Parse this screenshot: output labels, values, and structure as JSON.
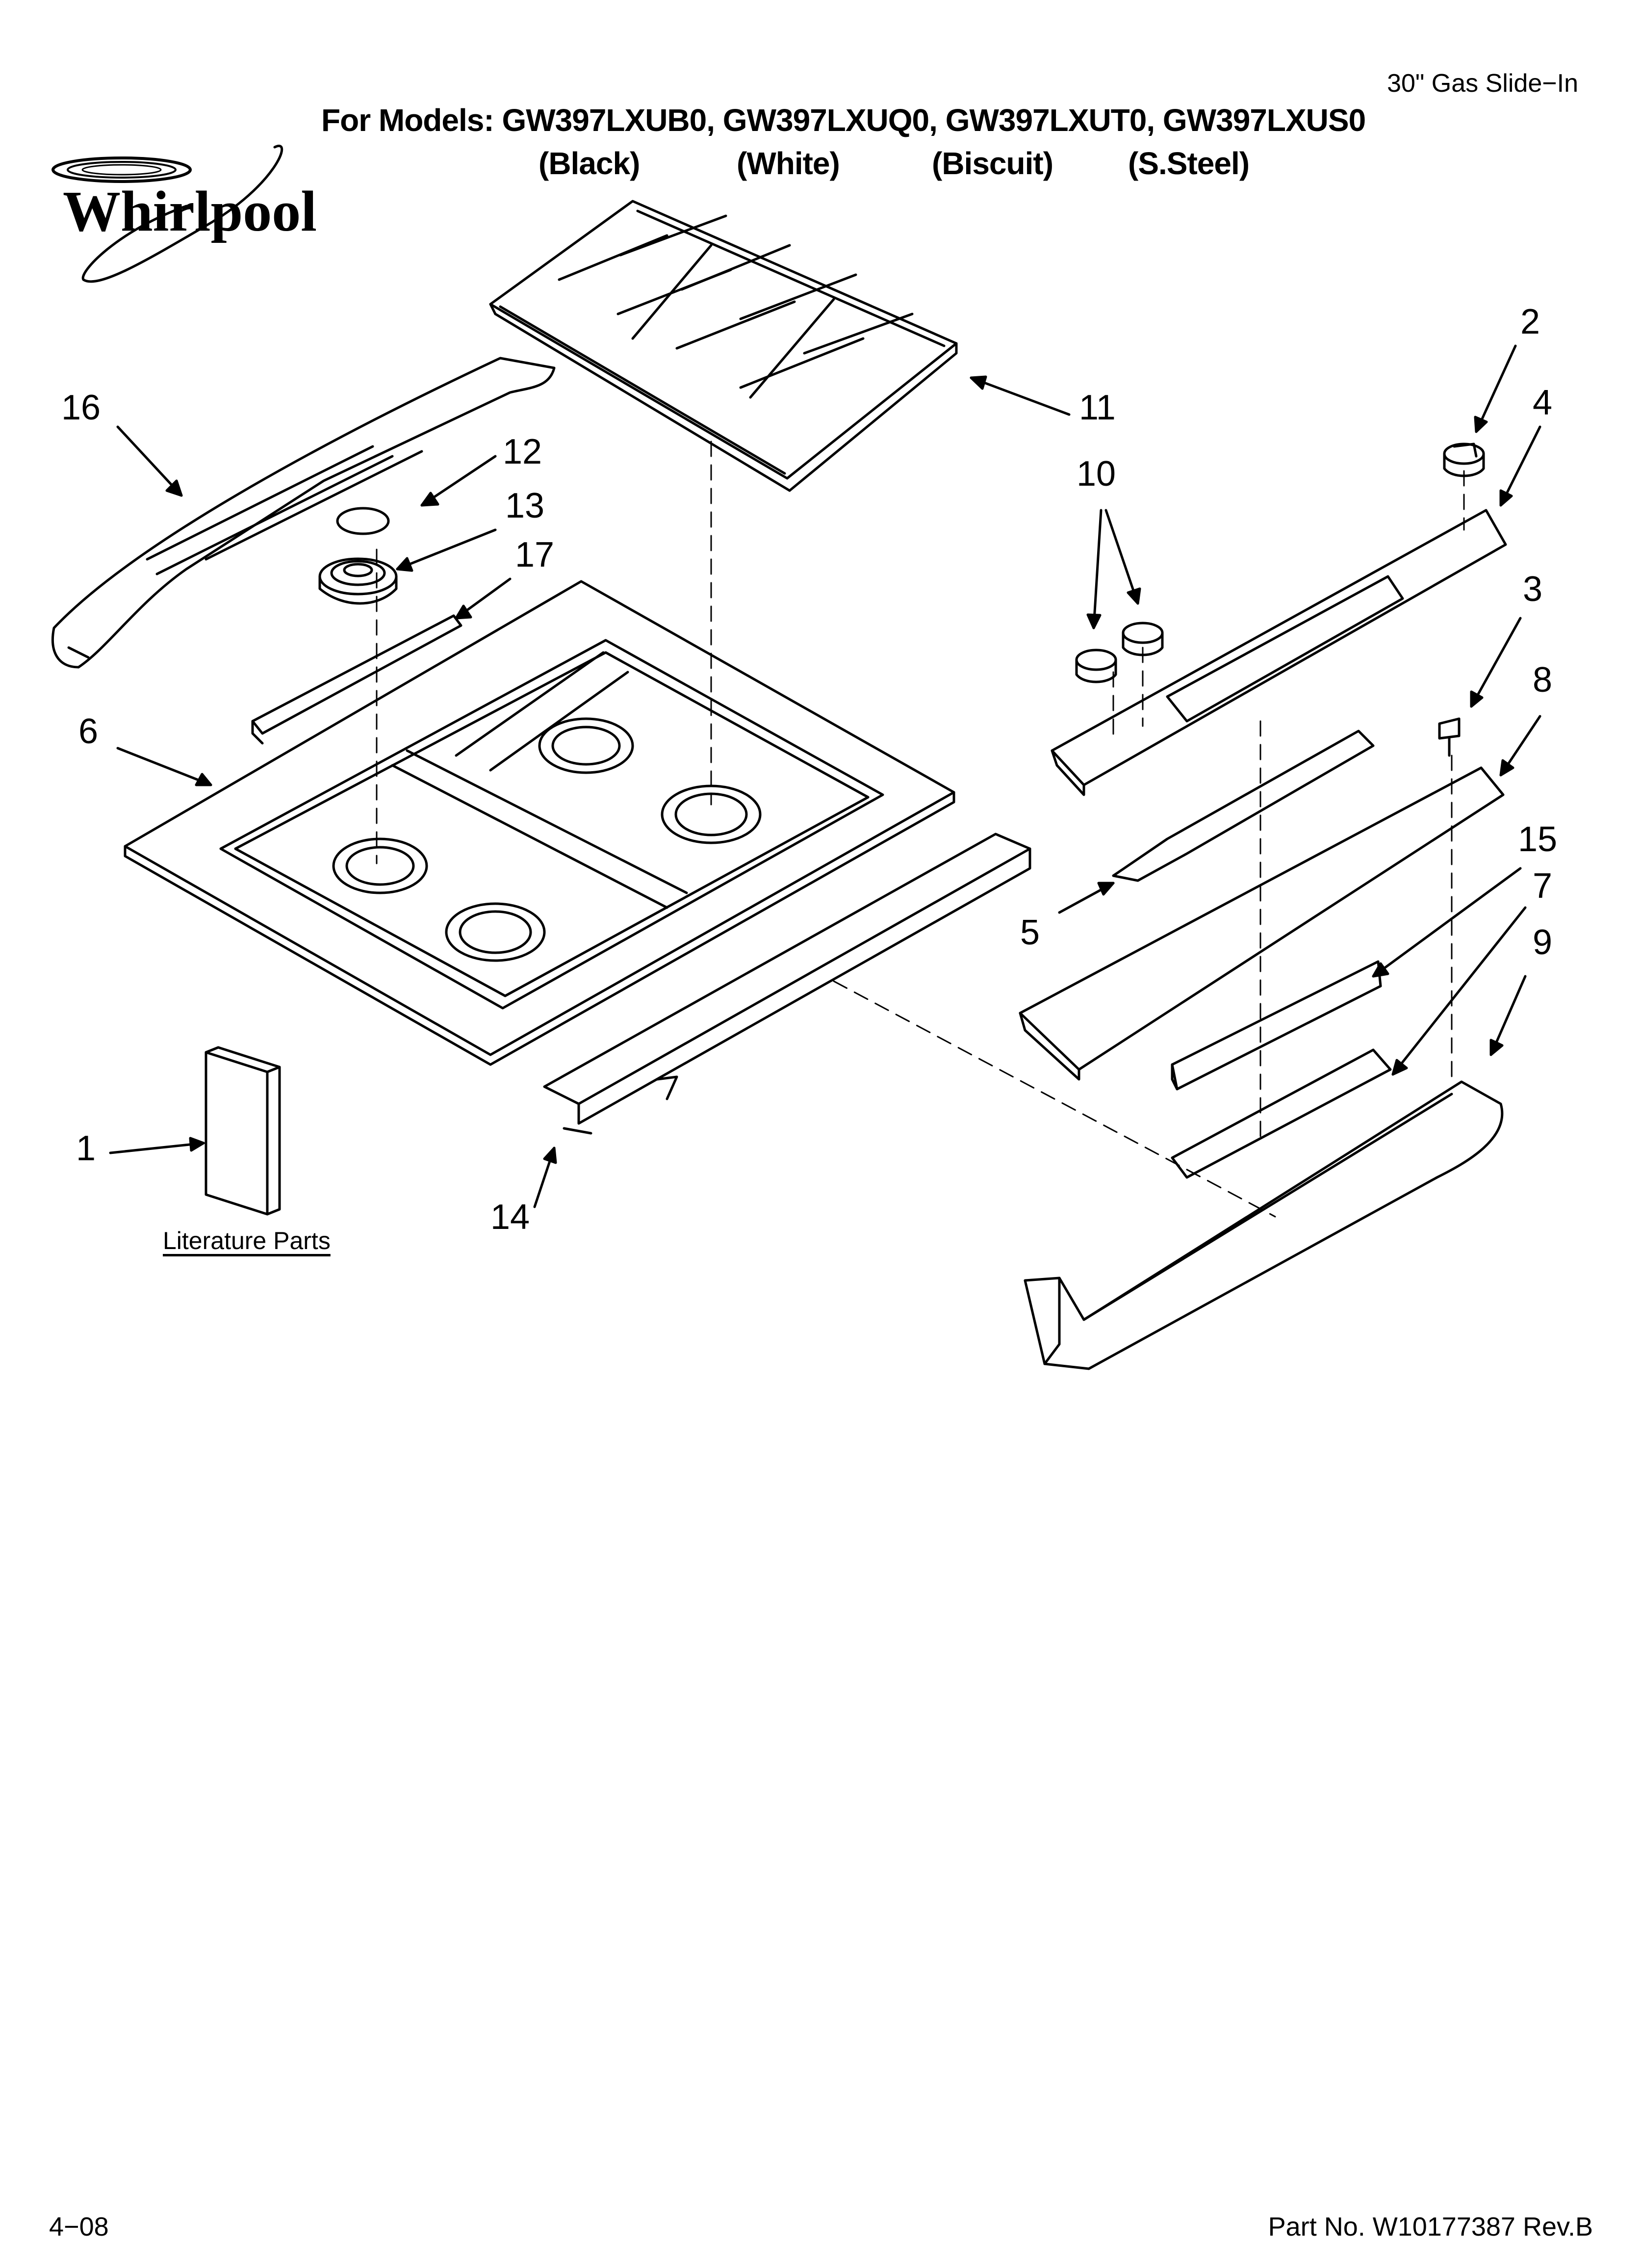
{
  "header": {
    "product_type": "30\" Gas Slide−In",
    "models_line": "For Models: GW397LXUB0, GW397LXUQ0, GW397LXUT0, GW397LXUS0",
    "colors": [
      "(Black)",
      "(White)",
      "(Biscuit)",
      "(S.Steel)"
    ]
  },
  "logo": {
    "brand": "Whirlpool"
  },
  "literature_label": "Literature Parts",
  "callouts": [
    "1",
    "2",
    "3",
    "4",
    "5",
    "6",
    "7",
    "8",
    "9",
    "10",
    "11",
    "12",
    "13",
    "14",
    "15",
    "16",
    "17"
  ],
  "footer": {
    "date_code": "4−08",
    "part_number": "Part No. W10177387 Rev.B"
  }
}
